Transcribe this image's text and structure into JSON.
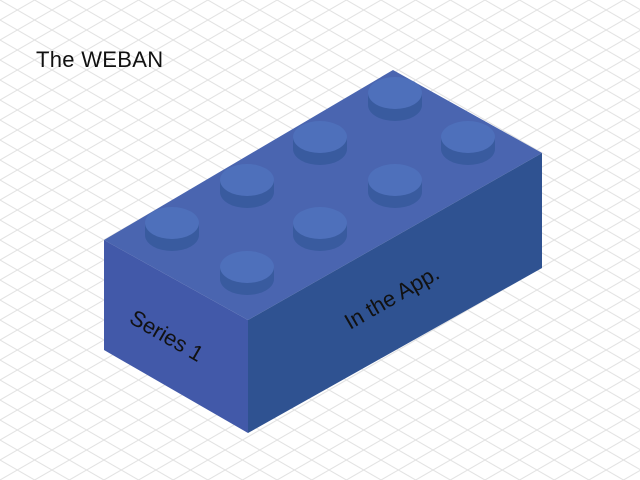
{
  "title": "The WEBAN",
  "brick": {
    "left_face_label": "Series 1",
    "right_face_label": "In the App.",
    "stud_count": 8,
    "colors": {
      "top": "#4a65b0",
      "left": "#4259a9",
      "right": "#2f5291",
      "stud_top": "#4e70bb",
      "stud_side": "#395b9f"
    }
  },
  "background": {
    "grid_color": "#e2e2e2"
  }
}
